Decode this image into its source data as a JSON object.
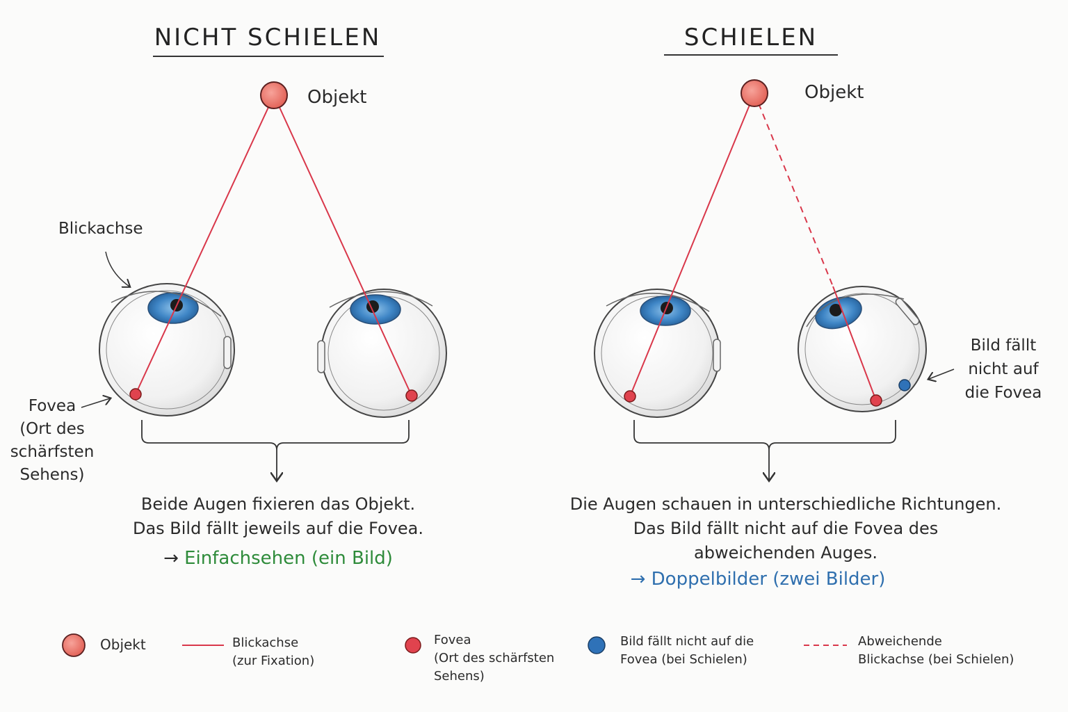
{
  "left": {
    "title": "NICHT SCHIELEN",
    "object_label": "Objekt",
    "axis_label": "Blickachse",
    "fovea_label": [
      "Fovea",
      "(Ort des",
      "schärfsten",
      "Sehens)"
    ],
    "caption": [
      "Beide Augen fixieren das Objekt.",
      "Das Bild fällt jeweils auf die Fovea."
    ],
    "result_arrow": "→",
    "result": "Einfachsehen (ein Bild)"
  },
  "right": {
    "title": "SCHIELEN",
    "object_label": "Objekt",
    "miss_label": [
      "Bild fällt",
      "nicht auf",
      "die Fovea"
    ],
    "caption": [
      "Die Augen schauen in unterschiedliche Richtungen.",
      "Das Bild fällt nicht auf die Fovea des",
      "abweichenden Auges."
    ],
    "result": "→ Doppelbilder (zwei Bilder)"
  },
  "legend": {
    "object": "Objekt",
    "axis": [
      "Blickachse",
      "(zur Fixation)"
    ],
    "fovea": [
      "Fovea",
      "(Ort des schärfsten",
      "Sehens)"
    ],
    "miss": [
      "Bild fällt nicht auf die",
      "Fovea (bei Schielen)"
    ],
    "deviating": [
      "Abweichende",
      "Blickachse (bei Schielen)"
    ]
  },
  "colors": {
    "axis_red": "#d9374a",
    "object_red": "#e86a5e",
    "iris_blue": "#3f86c6",
    "miss_blue": "#2f72b8",
    "result_green": "#2e8b3a",
    "result_blue": "#2f6fae"
  }
}
